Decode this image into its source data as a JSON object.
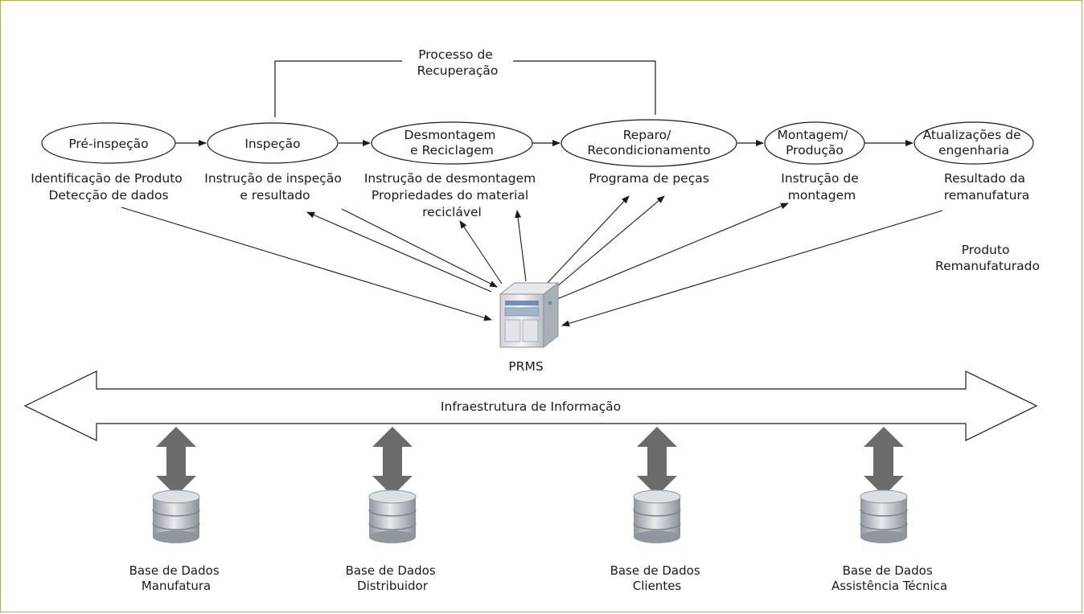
{
  "process_group_label": [
    "Processo de",
    "Recuperação"
  ],
  "stages": [
    {
      "id": "pre-inspecao",
      "label": [
        "Pré-inspeção"
      ],
      "info": [
        "Identificação de Produto",
        "Detecção de dados"
      ]
    },
    {
      "id": "inspecao",
      "label": [
        "Inspeção"
      ],
      "info": [
        "Instrução de inspeção",
        "e resultado"
      ]
    },
    {
      "id": "desmontagem",
      "label": [
        "Desmontagem",
        "e Reciclagem"
      ],
      "info": [
        "Instrução de desmontagem",
        "Propriedades do material",
        "reciclável"
      ]
    },
    {
      "id": "reparo",
      "label": [
        "Reparo/",
        "Recondicionamento"
      ],
      "info": [
        "Programa de peças"
      ]
    },
    {
      "id": "montagem",
      "label": [
        "Montagem/",
        "Produção"
      ],
      "info": [
        "Instrução de",
        "montagem"
      ]
    },
    {
      "id": "atualizacoes",
      "label": [
        "Atualizações de",
        "engenharia"
      ],
      "info": [
        "Resultado da",
        "remanufatura"
      ]
    }
  ],
  "output_label": [
    "Produto",
    "Remanufaturado"
  ],
  "server": {
    "label": "PRMS",
    "icon": "server-icon"
  },
  "infrastructure": {
    "label": "Infraestrutura de Informação"
  },
  "databases": [
    {
      "id": "manufatura",
      "label": [
        "Base de Dados",
        "Manufatura"
      ],
      "icon": "database-icon"
    },
    {
      "id": "distribuidor",
      "label": [
        "Base de Dados",
        "Distribuidor"
      ],
      "icon": "database-icon"
    },
    {
      "id": "clientes",
      "label": [
        "Base de Dados",
        "Clientes"
      ],
      "icon": "database-icon"
    },
    {
      "id": "assistencia",
      "label": [
        "Base de Dados",
        "Assistência Técnica"
      ],
      "icon": "database-icon"
    }
  ],
  "colors": {
    "frame_border": "#c8a54a",
    "lines": "#1a1a1a",
    "db_arrow": "#6b6b6b",
    "text": "#1a1a1a"
  }
}
